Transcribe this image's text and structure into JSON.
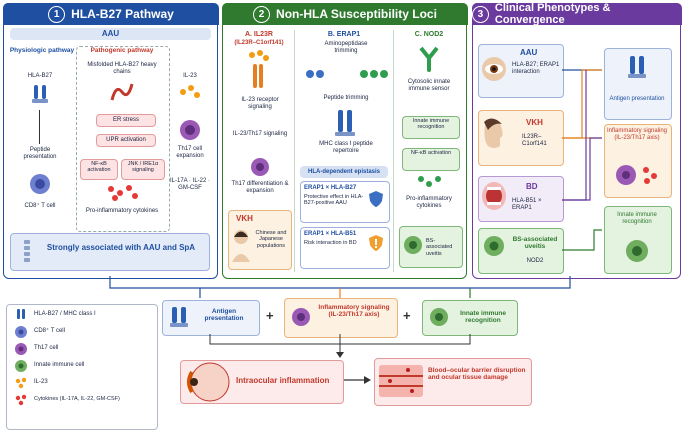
{
  "panel1": {
    "number": "1",
    "title": "HLA-B27 Pathway",
    "subheader": "AAU",
    "physio_title": "Physiologic pathway",
    "hla_b27": "HLA-B27",
    "peptide": "Peptide presentation",
    "cd8": "CD8⁺ T cell",
    "patho_title": "Pathogenic pathway",
    "misfolded": "Misfolded HLA-B27 heavy chains",
    "er_stress": "ER stress",
    "upr": "UPR activation",
    "nfkb": "NF-κB activation",
    "jnk": "JNK / IRE1α signaling",
    "proinf": "Pro-inflammatory cytokines",
    "il23": "IL-23",
    "th17": "Th17 cell expansion",
    "il17": "IL-17A · IL-22 · GM-CSF",
    "strong": "Strongly associated with AAU and SpA"
  },
  "panel2": {
    "number": "2",
    "title": "Non-HLA Susceptibility Loci",
    "a_title": "A. IL23R",
    "a_sub": "(IL23R–C1orf141)",
    "a_il23r": "IL-23 receptor signaling",
    "a_axis": "IL-23/Th17 signaling",
    "a_th17": "Th17 differentiation & expansion",
    "vkh_title": "VKH",
    "vkh_text": "Chinese and Japanese populations",
    "b_title": "B. ERAP1",
    "b_trim": "Aminopeptidase trimming",
    "b_peptide": "Peptide trimming",
    "b_mhc": "MHC class I peptide repertoire",
    "epistasis": "HLA-dependent epistasis",
    "ep1_title": "ERAP1 × HLA-B27",
    "ep1_text": "Protective effect in HLA-B27-positive AAU",
    "ep2_title": "ERAP1 × HLA-B51",
    "ep2_text": "Risk interaction in BD",
    "c_title": "C. NOD2",
    "c_sensor": "Cytosolic innate immune sensor",
    "c_recog": "Innate immune recognition",
    "c_nfkb": "NF-κB activation",
    "c_proinf": "Pro-inflammatory cytokines",
    "c_bs": "BS-associated uveitis"
  },
  "panel3": {
    "number": "3",
    "title": "Clinical Phenotypes & Convergence",
    "aau_title": "AAU",
    "aau_text": "HLA-B27; ERAP1 interaction",
    "vkh_title": "VKH",
    "vkh_text": "IL23R–C1orf141",
    "bd_title": "BD",
    "bd_text": "HLA-B51 × ERAP1",
    "bs_title": "BS-associated uveitis",
    "bs_text": "NOD2",
    "out_antigen": "Antigen presentation",
    "out_inflam": "Inflammatory signaling (IL-23/Th17 axis)",
    "out_innate": "Innate immune recognition"
  },
  "legend": {
    "items": [
      {
        "label": "HLA-B27 / MHC class I"
      },
      {
        "label": "CD8⁺ T cell"
      },
      {
        "label": "Th17 cell"
      },
      {
        "label": "Innate immune cell"
      },
      {
        "label": "IL-23"
      },
      {
        "label": "Cytokines (IL-17A, IL-22, GM-CSF)"
      }
    ]
  },
  "bottom": {
    "antigen": "Antigen presentation",
    "plus1": "+",
    "inflam": "Inflammatory signaling (IL-23/Th17 axis)",
    "plus2": "+",
    "innate": "Innate immune recognition",
    "intraocular": "Intraocular inflammation",
    "barrier": "Blood–ocular barrier disruption and ocular tissue damage"
  },
  "colors": {
    "blue": "#1f4fa0",
    "green": "#2f7a2f",
    "purple": "#6a3a9e",
    "orange": "#e8821e",
    "red": "#d32f2f"
  }
}
